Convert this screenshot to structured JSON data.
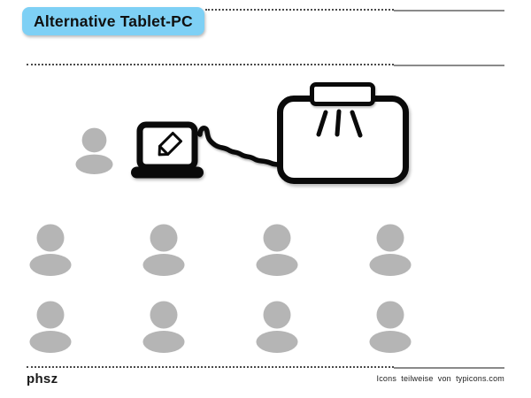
{
  "header": {
    "title": "Alternative Tablet-PC"
  },
  "scene": {
    "presenter_icon": "person-icon",
    "laptop_icon": "laptop-with-pencil-icon",
    "connector_icon": "squiggly-cable",
    "projector_icon": "projector-on-screen-icon"
  },
  "audience": {
    "rows": 2,
    "cols": 4,
    "col_spacing": 128,
    "row_spacing": 87
  },
  "footer": {
    "brand": "phsz",
    "credits": "Icons teilweise von typicons.com"
  },
  "colors": {
    "page-bg": "#ffffff",
    "title-bg": "#7ed0f5",
    "title-text": "#101010",
    "person": "#b5b5b5",
    "icon": "#0a0a0a",
    "rule-dot": "#4a4a4a",
    "rule-solid": "#8a8a8a"
  }
}
